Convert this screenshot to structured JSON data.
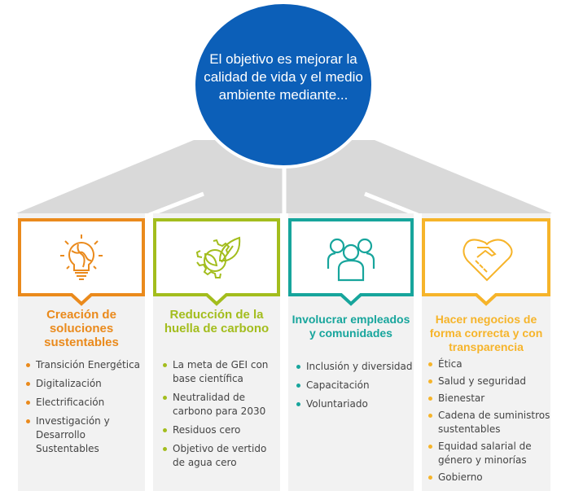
{
  "center": {
    "text": "El objetivo es mejorar la calidad de vida y el medio ambiente mediante..."
  },
  "colors": {
    "circle": "#0c5fb8",
    "gray": "#d9d9d9",
    "panel": "#f2f2f2"
  },
  "pillars": [
    {
      "color": "#ea8a1c",
      "icon": "lightbulb-puzzle-icon",
      "title": "Creación de soluciones sustentables",
      "items": [
        "Transición Energética",
        "Digitalización",
        "Electrificación",
        "Investigación y Desarrollo Sustentables"
      ]
    },
    {
      "color": "#a3bd1d",
      "icon": "gear-leaf-icon",
      "title": "Reducción de la huella de carbono",
      "items": [
        "La meta de GEI con base científica",
        "Neutralidad de carbono para 2030",
        "Residuos cero",
        "Objetivo de vertido de agua cero"
      ]
    },
    {
      "color": "#17a59c",
      "icon": "people-group-icon",
      "title": "Involucrar empleados y comunidades",
      "items": [
        "Inclusión y diversidad",
        "Capacitación",
        "Voluntariado"
      ]
    },
    {
      "color": "#f6b42a",
      "icon": "handshake-heart-icon",
      "title": "Hacer negocios de forma correcta y con transparencia",
      "items": [
        "Ética",
        "Salud y seguridad",
        "Bienestar",
        "Cadena de suministros sustentables",
        "Equidad salarial de género y minorías",
        "Gobierno"
      ]
    }
  ]
}
